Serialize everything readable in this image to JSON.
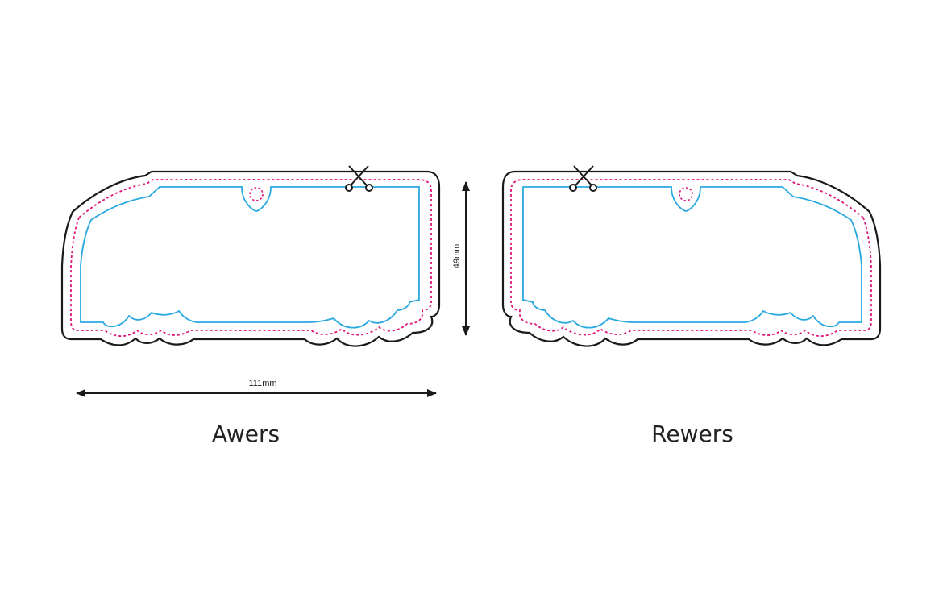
{
  "front": {
    "caption": "Awers"
  },
  "back": {
    "caption": "Rewers"
  },
  "dimensions": {
    "width_label": "111mm",
    "height_label": "49mm"
  },
  "colors": {
    "cut_line": "#1a1a1a",
    "bleed_line": "#e0147a",
    "safe_line": "#29a9e0",
    "arrow": "#1a1a1a"
  },
  "icons": {
    "cut_marker": "scissors-icon",
    "hang_hole": "hang-hole"
  }
}
